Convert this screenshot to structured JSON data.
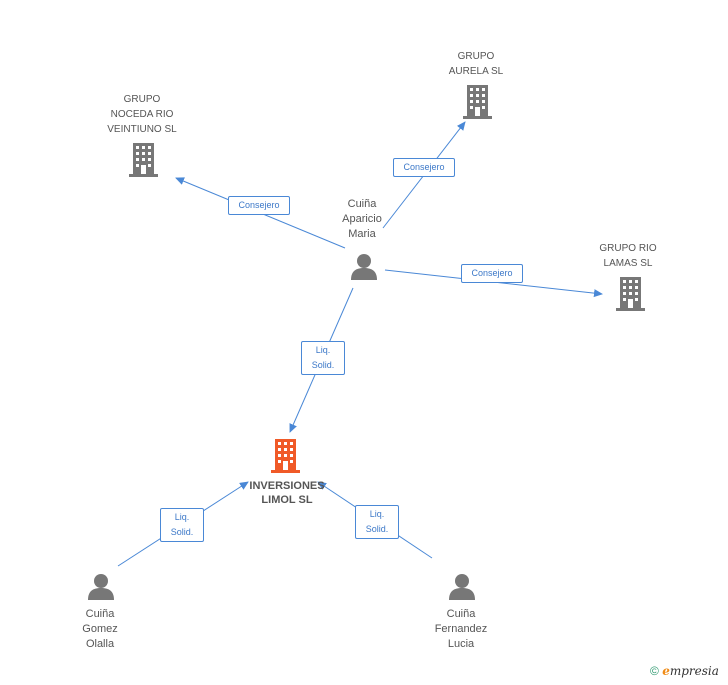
{
  "nodes": {
    "noceda": {
      "label": "GRUPO\nNOCEDA RIO\nVEINTIUNO SL",
      "icon": "building-icon",
      "color": "#777777"
    },
    "aurela": {
      "label": "GRUPO\nAURELA SL",
      "icon": "building-icon",
      "color": "#777777"
    },
    "lamas": {
      "label": "GRUPO RIO\nLAMAS  SL",
      "icon": "building-icon",
      "color": "#777777"
    },
    "aparicio": {
      "label": "Cuiña\nAparicio\nMaria",
      "icon": "person-icon",
      "color": "#777777"
    },
    "inversiones": {
      "label": "INVERSIONES\nLIMOL SL",
      "icon": "building-icon",
      "color": "#f05a28"
    },
    "gomez": {
      "label": "Cuiña\nGomez\nOlalla",
      "icon": "person-icon",
      "color": "#777777"
    },
    "fernandez": {
      "label": "Cuiña\nFernandez\nLucia",
      "icon": "person-icon",
      "color": "#777777"
    }
  },
  "edges": {
    "to_noceda": "Consejero",
    "to_aurela": "Consejero",
    "to_lamas": "Consejero",
    "aparicio_to_inv": "Liq.\nSolid.",
    "gomez_to_inv": "Liq.\nSolid.",
    "fernandez_to_inv": "Liq.\nSolid."
  },
  "colors": {
    "edge": "#4a88d6",
    "node": "#777777",
    "focus": "#f05a28"
  },
  "footer": {
    "copyright_symbol": "©",
    "brand_initial": "e",
    "brand_rest": "mpresia"
  }
}
